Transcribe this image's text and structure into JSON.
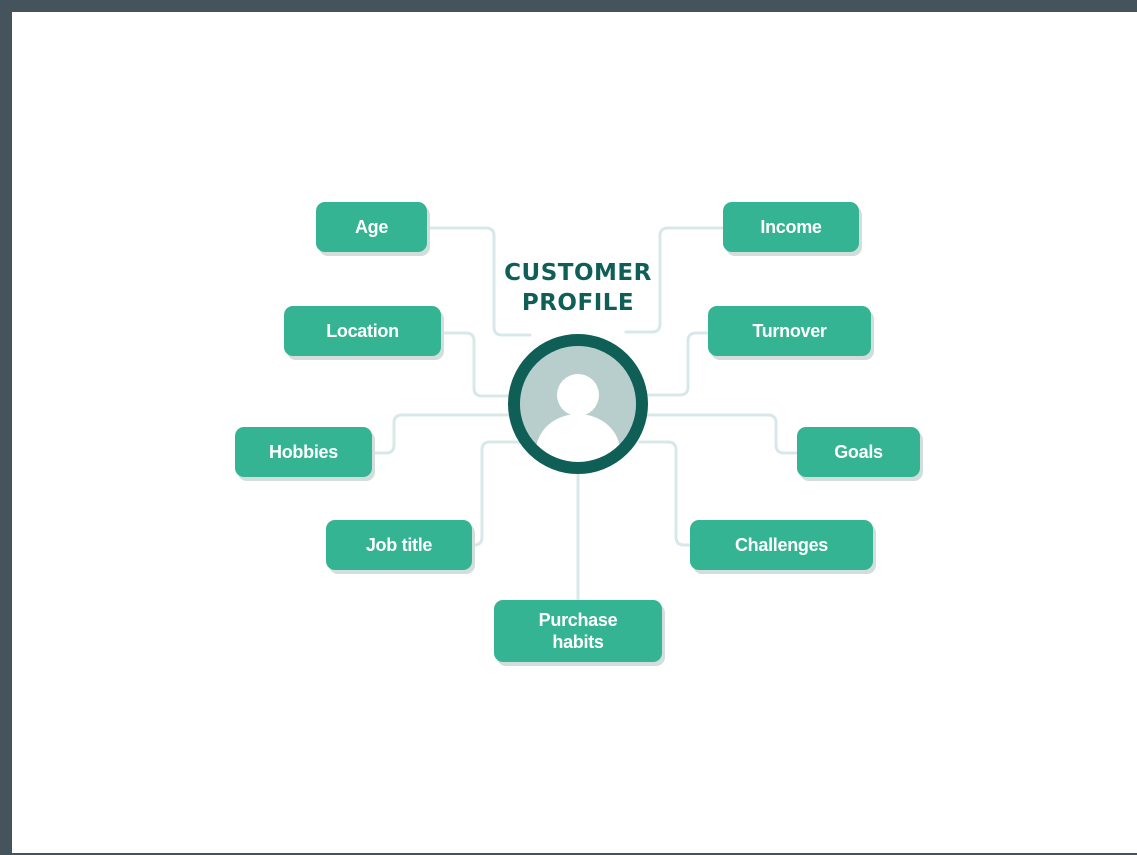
{
  "diagram": {
    "title_line1": "CUSTOMER",
    "title_line2": "PROFILE",
    "center_icon": "user-avatar-icon",
    "nodes": [
      {
        "id": "age",
        "label": "Age"
      },
      {
        "id": "location",
        "label": "Location"
      },
      {
        "id": "hobbies",
        "label": "Hobbies"
      },
      {
        "id": "job-title",
        "label": "Job title"
      },
      {
        "id": "purchase-habits",
        "label": "Purchase\nhabits"
      },
      {
        "id": "income",
        "label": "Income"
      },
      {
        "id": "turnover",
        "label": "Turnover"
      },
      {
        "id": "goals",
        "label": "Goals"
      },
      {
        "id": "challenges",
        "label": "Challenges"
      }
    ]
  },
  "colors": {
    "frame": "#45545c",
    "node_fill": "#34b492",
    "node_text": "#ffffff",
    "title": "#0f5f57",
    "avatar_ring": "#0f5f57",
    "avatar_bg": "#b7cecd",
    "connector": "#d8e8ea"
  }
}
